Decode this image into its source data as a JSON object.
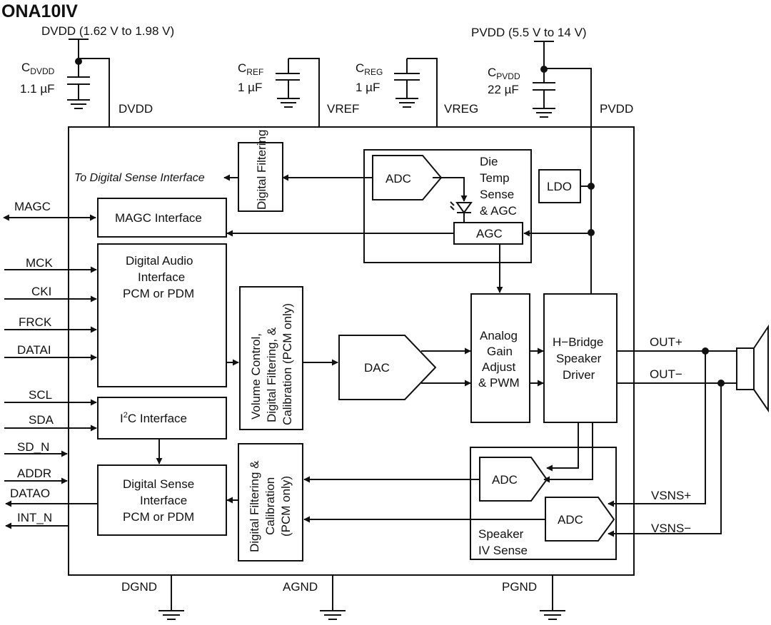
{
  "title": "ONA10IV",
  "supplies": {
    "dvdd_range": "DVDD (1.62 V to 1.98 V)",
    "pvdd_range": "PVDD (5.5 V to 14 V)",
    "c_dvdd_name": "C",
    "c_dvdd_sub": "DVDD",
    "c_dvdd_val": "1.1 µF",
    "c_ref_name": "C",
    "c_ref_sub": "REF",
    "c_ref_val": "1 µF",
    "c_reg_name": "C",
    "c_reg_sub": "REG",
    "c_reg_val": "1 µF",
    "c_pvdd_name": "C",
    "c_pvdd_sub": "PVDD",
    "c_pvdd_val": "22 µF",
    "pin_dvdd": "DVDD",
    "pin_vref": "VREF",
    "pin_vreg": "VREG",
    "pin_pvdd": "PVDD"
  },
  "blocks": {
    "digital_filtering_top": "Digital Filtering",
    "to_digital_sense": "To Digital Sense Interface",
    "adc_temp": "ADC",
    "die_temp": [
      "Die",
      "Temp",
      "Sense",
      "& AGC"
    ],
    "agc": "AGC",
    "ldo": "LDO",
    "magc_interface": "MAGC Interface",
    "digital_audio": [
      "Digital Audio",
      "Interface",
      "PCM or PDM"
    ],
    "volume_control": [
      "Volume Control,",
      "Digital Filtering, &",
      "Calibration (PCM only)"
    ],
    "dac": "DAC",
    "analog_gain": [
      "Analog",
      "Gain",
      "Adjust",
      "& PWM"
    ],
    "hbridge": [
      "H−Bridge",
      "Speaker",
      "Driver"
    ],
    "i2c_prefix": "I",
    "i2c_sup": "2",
    "i2c_rest": "C Interface",
    "digital_sense": [
      "Digital Sense",
      "Interface",
      "PCM or PDM"
    ],
    "digital_filtering_cal": [
      "Digital Filtering &",
      "Calibration",
      "(PCM only)"
    ],
    "adc_sense_1": "ADC",
    "adc_sense_2": "ADC",
    "speaker_iv": [
      "Speaker",
      "IV Sense"
    ]
  },
  "pins": {
    "magc": "MAGC",
    "mck": "MCK",
    "cki": "CKI",
    "frck": "FRCK",
    "datai": "DATAI",
    "scl": "SCL",
    "sda": "SDA",
    "sd_n": "SD_N",
    "addr": "ADDR",
    "datao": "DATAO",
    "int_n": "INT_N",
    "out_plus": "OUT+",
    "out_minus": "OUT−",
    "vsns_plus": "VSNS+",
    "vsns_minus": "VSNS−",
    "dgnd": "DGND",
    "agnd": "AGND",
    "pgnd": "PGND"
  }
}
